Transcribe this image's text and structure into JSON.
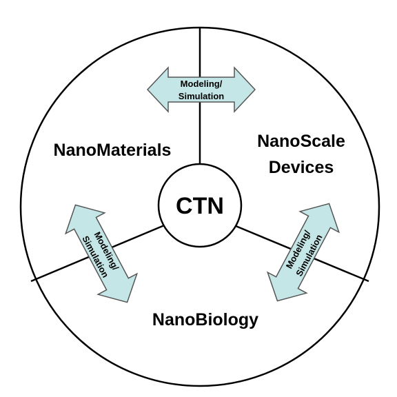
{
  "diagram": {
    "center_label": "CTN",
    "sectors": {
      "left": "NanoMaterials",
      "right_line1": "NanoScale",
      "right_line2": "Devices",
      "bottom": "NanoBiology"
    },
    "arrows": {
      "top": {
        "line1": "Modeling/",
        "line2": "Simulation"
      },
      "left": {
        "line1": "Modeling/",
        "line2": "Simulation"
      },
      "right": {
        "line1": "Modeling/",
        "line2": "Simulation"
      }
    },
    "colors": {
      "arrow_fill": "#c5e6e6",
      "stroke": "#000000",
      "arrow_stroke": "#555555"
    }
  }
}
